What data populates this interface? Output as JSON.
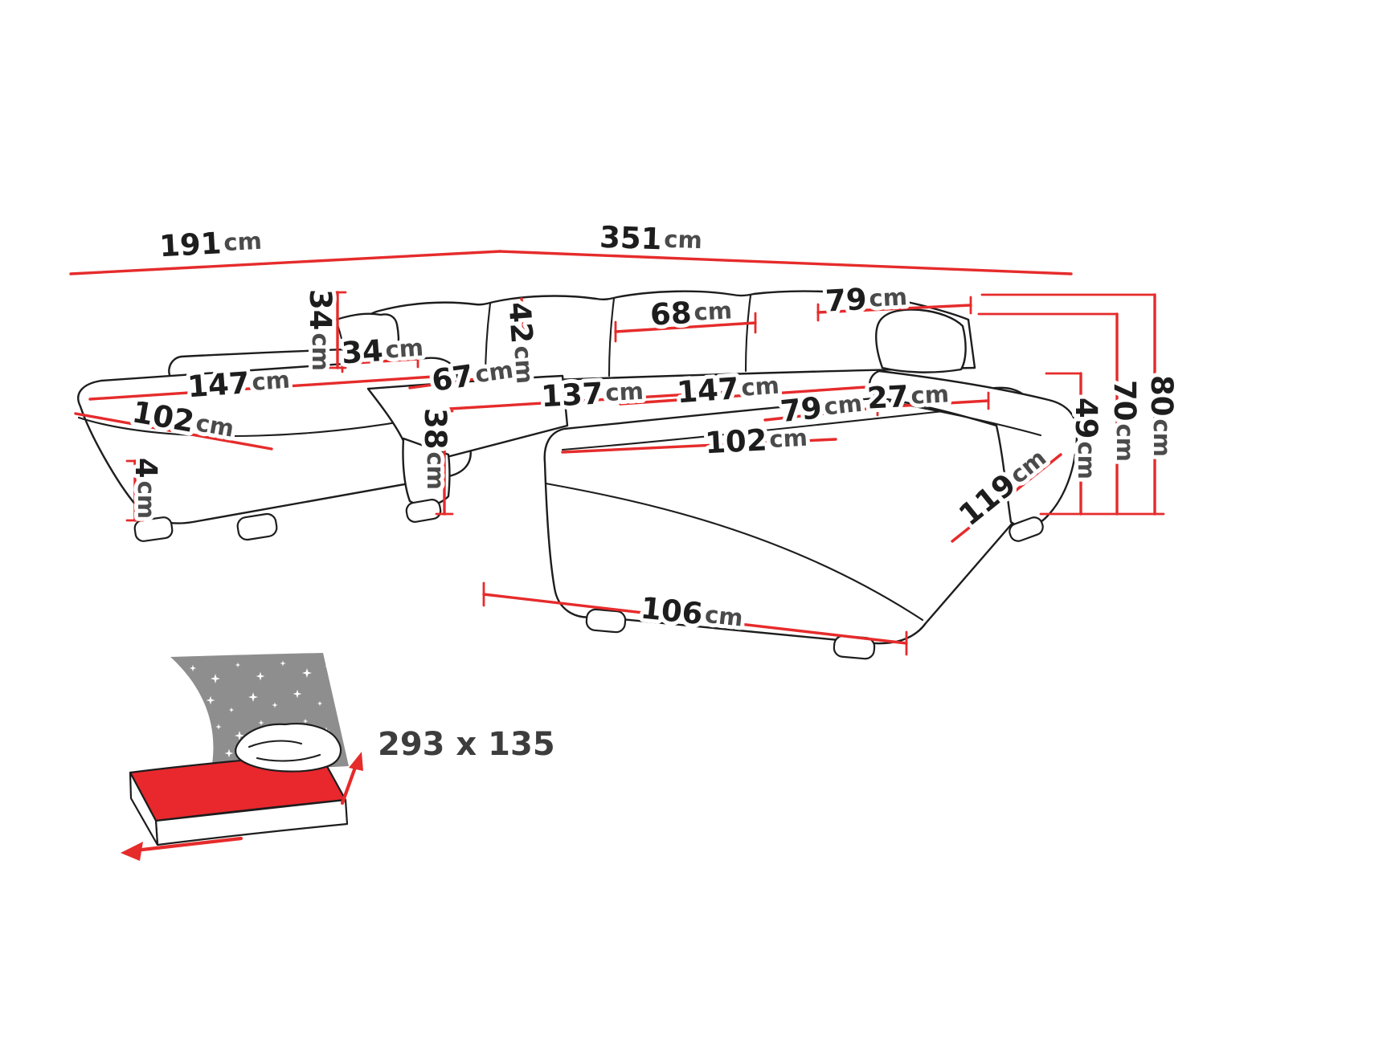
{
  "colors": {
    "dimension_red": "#e62b2b",
    "outline_black": "#1d1d1d",
    "star_panel_gray": "#8e8e8e",
    "mattress_red": "#e8282d"
  },
  "diagram_labels": {
    "left_depth": {
      "value": "191",
      "unit": "cm"
    },
    "back_width": {
      "value": "351",
      "unit": "cm"
    },
    "pillow_height": {
      "value": "34",
      "unit": "cm"
    },
    "pillow_width": {
      "value": "34",
      "unit": "cm"
    },
    "left_chaise_length": {
      "value": "147",
      "unit": "cm"
    },
    "left_chaise_width": {
      "value": "102",
      "unit": "cm"
    },
    "leg_height": {
      "value": "4",
      "unit": "cm"
    },
    "middle_seat_depth": {
      "value": "67",
      "unit": "cm"
    },
    "backrest_height": {
      "value": "42",
      "unit": "cm"
    },
    "middle_seat_length": {
      "value": "137",
      "unit": "cm"
    },
    "back_cushion_width": {
      "value": "68",
      "unit": "cm"
    },
    "right_seat_length": {
      "value": "147",
      "unit": "cm"
    },
    "arm_top_length": {
      "value": "79",
      "unit": "cm"
    },
    "right_seat_width": {
      "value": "79",
      "unit": "cm"
    },
    "armrest_width": {
      "value": "27",
      "unit": "cm"
    },
    "right_chaise_width": {
      "value": "102",
      "unit": "cm"
    },
    "seat_height": {
      "value": "38",
      "unit": "cm"
    },
    "right_chaise_length": {
      "value": "119",
      "unit": "cm"
    },
    "armrest_height": {
      "value": "49",
      "unit": "cm"
    },
    "backrest_top_height": {
      "value": "70",
      "unit": "cm"
    },
    "total_height": {
      "value": "80",
      "unit": "cm"
    },
    "front_width": {
      "value": "106",
      "unit": "cm"
    }
  },
  "sleeping_area": {
    "label": "293 x 135"
  }
}
